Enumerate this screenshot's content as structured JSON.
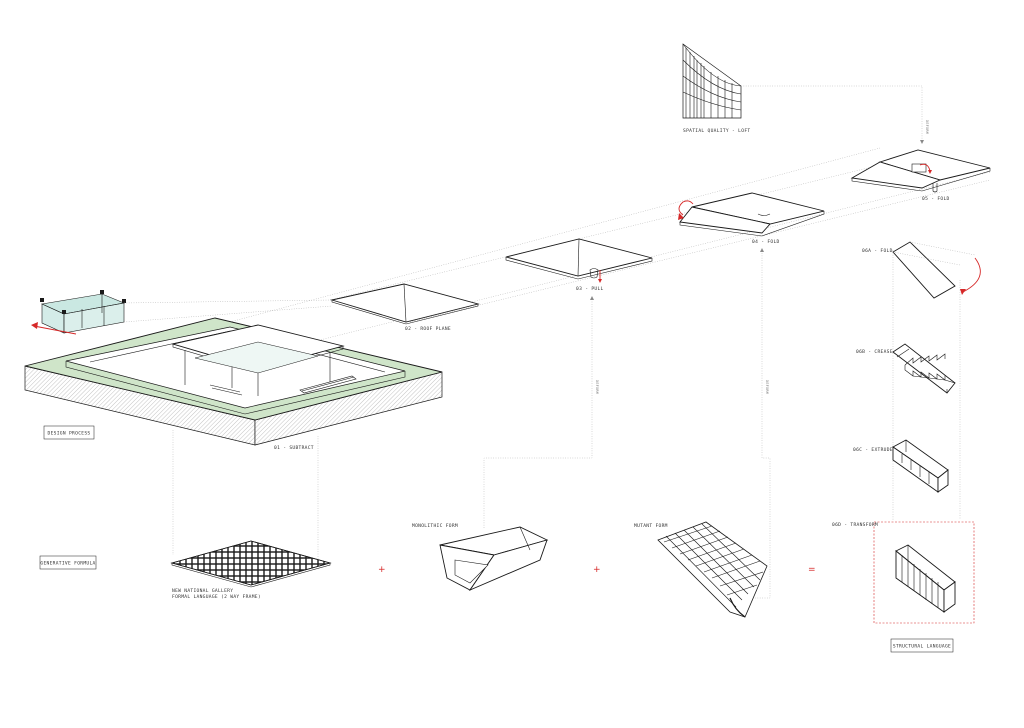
{
  "labels": {
    "design_process": "DESIGN PROCESS",
    "generative_formula": "GENERATIVE FORMULA",
    "structural_language": "STRUCTURAL LANGUAGE",
    "step01": "01 - SUBTRACT",
    "step02": "02 - ROOF PLANE",
    "step03": "03 - PULL",
    "step04": "04 - FOLD",
    "step05": "05 - FOLD",
    "spatial_quality": "SPATIAL QUALITY - LOFT",
    "step06a": "06A - FOLD",
    "step06b": "06B - CREASE",
    "step06c": "06C - EXTRUDE",
    "step06d": "06D - TRANSFORM",
    "ng_line1": "NEW NATIONAL GALLERY",
    "ng_line2": "FORMAL LANGUAGE (2 WAY FRAME)",
    "monolithic": "MONOLITHIC FORM",
    "mutant": "MUTANT FORM",
    "connector_a": "DEFORM",
    "connector_b": "DEFORM",
    "connector_c": "DEFORM",
    "plus1": "+",
    "plus2": "+",
    "equals": "="
  },
  "colors": {
    "accent_red": "#d62828",
    "green": "#cfe5c9",
    "glass": "#b8e0d8",
    "line": "#1a1a1a"
  }
}
